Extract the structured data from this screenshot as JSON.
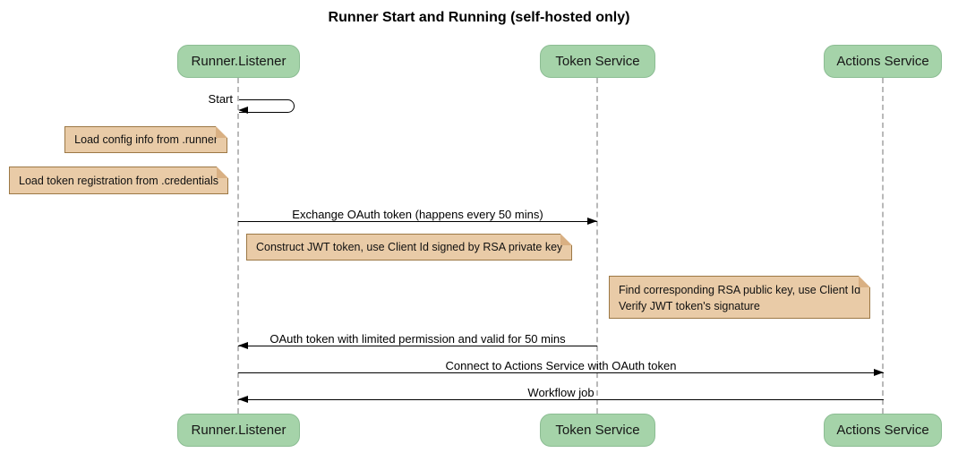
{
  "diagram": {
    "type": "sequence",
    "title": "Runner Start and Running (self-hosted only)"
  },
  "participants": [
    {
      "name": "Runner.Listener"
    },
    {
      "name": "Token Service"
    },
    {
      "name": "Actions Service"
    }
  ],
  "messages": [
    {
      "label": "Start",
      "from": "Runner.Listener",
      "to": "Runner.Listener",
      "kind": "self"
    },
    {
      "label": "Exchange OAuth token (happens every 50 mins)",
      "from": "Runner.Listener",
      "to": "Token Service",
      "kind": "solid-arrow"
    },
    {
      "label": "OAuth token with limited permission and valid for 50 mins",
      "from": "Token Service",
      "to": "Runner.Listener",
      "kind": "solid-arrow"
    },
    {
      "label": "Connect to Actions Service with OAuth token",
      "from": "Runner.Listener",
      "to": "Actions Service",
      "kind": "solid-arrow"
    },
    {
      "label": "Workflow job",
      "from": "Actions Service",
      "to": "Runner.Listener",
      "kind": "solid-arrow"
    }
  ],
  "notes": [
    {
      "text": "Load config info from .runner",
      "attached_to": "Runner.Listener"
    },
    {
      "text": "Load token registration from .credentials",
      "attached_to": "Runner.Listener"
    },
    {
      "text": "Construct JWT token, use Client Id signed by RSA private key",
      "attached_to": "Token Service"
    },
    {
      "line1": "Find corresponding RSA public key, use Client Id",
      "line2": "Verify JWT token's signature",
      "attached_to": "Actions Service"
    }
  ],
  "colors": {
    "background": "#FFFFFF",
    "participant_fill": "#A5D3A9",
    "participant_border": "#8CBD93",
    "note_fill": "#E9CBA7",
    "note_border": "#9C7845",
    "lifeline": "#B9B9B9",
    "arrow": "#000000",
    "text": "#000000"
  }
}
